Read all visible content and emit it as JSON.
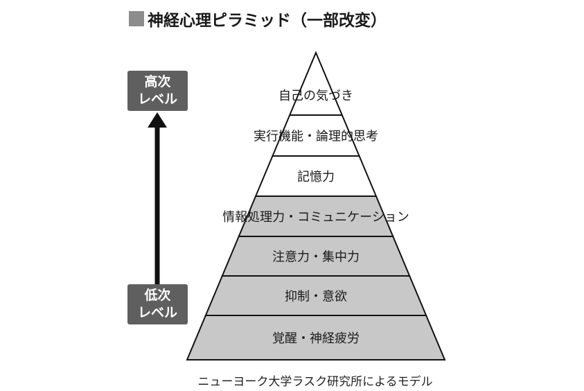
{
  "title": "神経心理ピラミッド（一部改変）",
  "high_level": [
    "高次",
    "レベル"
  ],
  "low_level": [
    "低次",
    "レベル"
  ],
  "pyramid_tiers": [
    {
      "label": "自己の気づき",
      "shaded": false
    },
    {
      "label": "実行機能・論理的思考",
      "shaded": false
    },
    {
      "label": "記憶力",
      "shaded": false
    },
    {
      "label": "情報処理力・コミュニケーション",
      "shaded": true
    },
    {
      "label": "注意力・集中力",
      "shaded": true
    },
    {
      "label": "抑制・意欲",
      "shaded": true
    },
    {
      "label": "覚醒・神経疲労",
      "shaded": true
    }
  ],
  "caption": "ニューヨーク大学ラスク研究所によるモデル",
  "colors": {
    "shaded": "#c8c8c8",
    "unshaded": "#ffffff",
    "outline": "#111111",
    "badge": "#5f5f5f",
    "arrow": "#111111"
  }
}
